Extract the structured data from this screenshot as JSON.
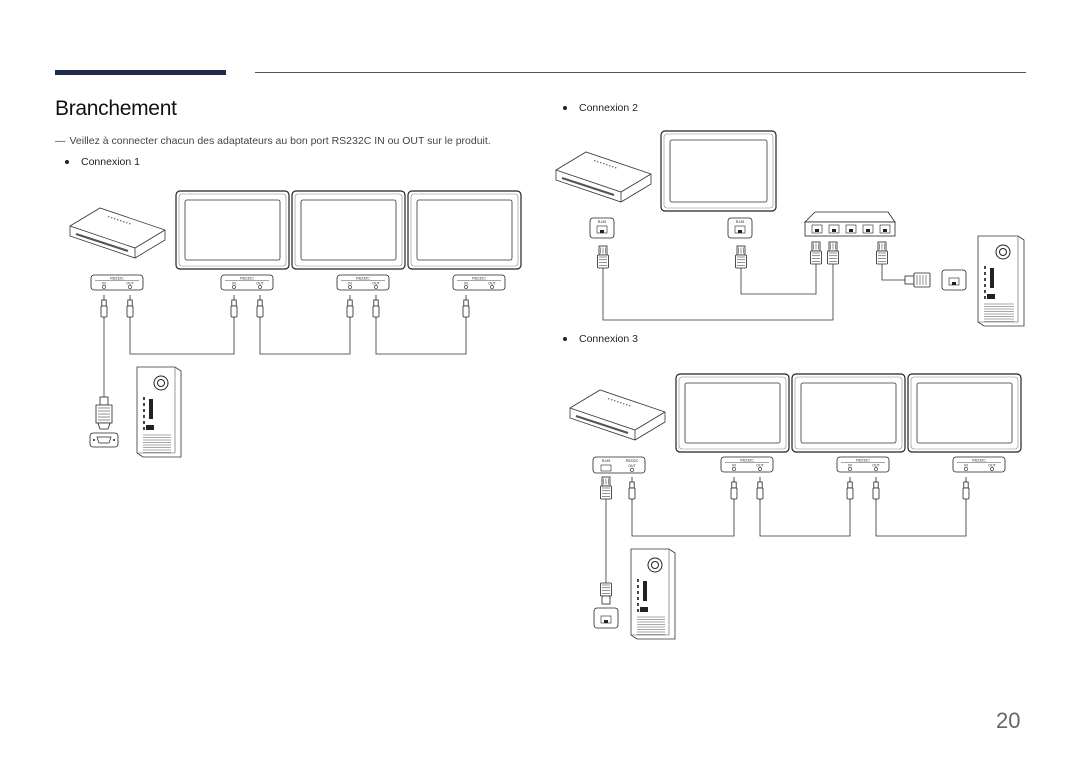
{
  "header": {
    "title": "Branchement"
  },
  "note": {
    "dash": "—",
    "text": "Veillez à connecter chacun des adaptateurs au bon port RS232C IN ou OUT sur le produit."
  },
  "connections": [
    {
      "label": "Connexion 1"
    },
    {
      "label": "Connexion 2"
    },
    {
      "label": "Connexion 3"
    }
  ],
  "ports": {
    "rs232c": "RS232C",
    "in": "IN",
    "out": "OUT",
    "rj45": "RJ45"
  },
  "footer": {
    "page_number": "20"
  },
  "colors": {
    "title_bar": "#1f2a4e",
    "rule": "#555555",
    "line": "#333333"
  }
}
